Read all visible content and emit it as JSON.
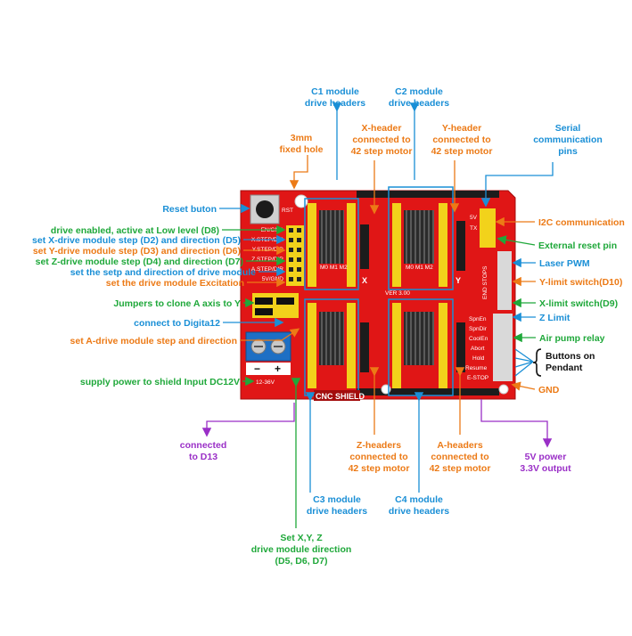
{
  "colors": {
    "pcb": "#e01616",
    "blue": "#1a8fd6",
    "green": "#1fa83a",
    "orange": "#ec7a16",
    "purple": "#9a2fc7",
    "header_yellow": "#f2d21b",
    "terminal_blue": "#1e6fc4",
    "heatsink": "#3a3a3a"
  },
  "board": {
    "title": "CNC SHIELD",
    "version": "VER 3.00",
    "rst_label": "RST",
    "supply_label": "12-36V",
    "minus": "−",
    "plus": "+",
    "driver_pins": "M0 M1 M2",
    "x_mark": "X",
    "y_mark": "Y",
    "pin_labels": [
      "EN/GND",
      "X.STEP/DIR",
      "Y.STEP/DIR",
      "Z.STEP/DIR",
      "A.STEP/DIR",
      "5V/GND"
    ],
    "end_stops": "END STOPS",
    "right_labels": [
      "SpnEn",
      "SpnDir",
      "CoolEn",
      "Abort",
      "Hold",
      "Resume",
      "E-STOP"
    ],
    "serial_labels": [
      "5V",
      "TX"
    ]
  },
  "labels": {
    "c1_line1": "C1 module",
    "c1_line2": "drive headers",
    "c2_line1": "C2 module",
    "c2_line2": "drive headers",
    "fixed_hole_line1": "3mm",
    "fixed_hole_line2": "fixed hole",
    "x_header_line1": "X-header",
    "x_header_line2": "connected to",
    "x_header_line3": "42 step motor",
    "y_header_line1": "Y-header",
    "y_header_line2": "connected to",
    "y_header_line3": "42 step motor",
    "serial_line1": "Serial",
    "serial_line2": "communication",
    "serial_line3": "pins",
    "reset_button": "Reset buton",
    "enable": "drive enabled, active at Low level (D8)",
    "x_step": "set X-drive module step (D2) and direction (D5)",
    "y_step": "set Y-drive module step (D3) and direction (D6)",
    "z_step": "set Z-drive module step (D4) and direction (D7)",
    "setp_dir": "set the setp and direction of drive module",
    "excitation": "set the drive module Excitation",
    "jumpers": "Jumpers to clone A axis to Y",
    "digita12": "connect to Digita12",
    "a_step": "set A-drive module step and direction",
    "supply": "supply power to shield Input DC12V",
    "i2c": "I2C communication",
    "ext_reset": "External reset pin",
    "laser": "Laser PWM",
    "y_limit": "Y-limit switch(D10)",
    "x_limit": "X-limit switch(D9)",
    "z_limit": "Z  Limit",
    "air_pump": "Air pump relay",
    "buttons_line1": "Buttons on",
    "buttons_line2": "Pendant",
    "gnd": "GND",
    "d13_line1": "connected",
    "d13_line2": "to D13",
    "z_headers_line1": "Z-headers",
    "z_headers_line2": "connected to",
    "z_headers_line3": "42 step motor",
    "a_headers_line1": "A-headers",
    "a_headers_line2": "connected to",
    "a_headers_line3": "42 step motor",
    "power_line1": "5V  power",
    "power_line2": "3.3V  output",
    "c3_line1": "C3 module",
    "c3_line2": "drive headers",
    "c4_line1": "C4 module",
    "c4_line2": "drive headers",
    "dir_line1": "Set X,Y, Z",
    "dir_line2": "drive module direction",
    "dir_line3": "(D5, D6, D7)"
  }
}
